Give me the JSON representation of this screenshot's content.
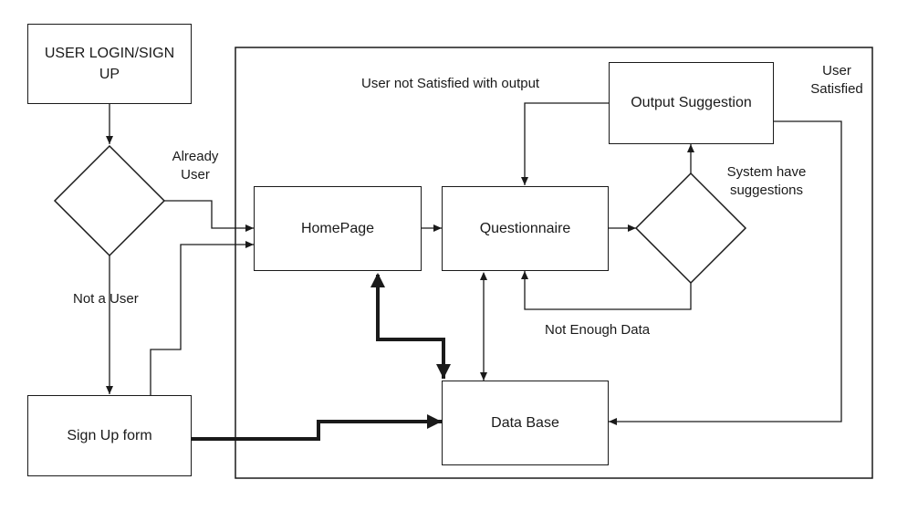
{
  "nodes": {
    "login": "USER LOGIN/SIGN UP",
    "signup_form": "Sign Up form",
    "homepage": "HomePage",
    "questionnaire": "Questionnaire",
    "output": "Output Suggestion",
    "database": "Data Base"
  },
  "edge_labels": {
    "already_user": "Already User",
    "not_a_user": "Not a User",
    "not_satisfied": "User not Satisfied with output",
    "satisfied": "User Satisfied",
    "has_suggestions": "System have suggestions",
    "not_enough": "Not Enough Data"
  },
  "colors": {
    "stroke": "#1a1a1a",
    "background": "#ffffff"
  }
}
